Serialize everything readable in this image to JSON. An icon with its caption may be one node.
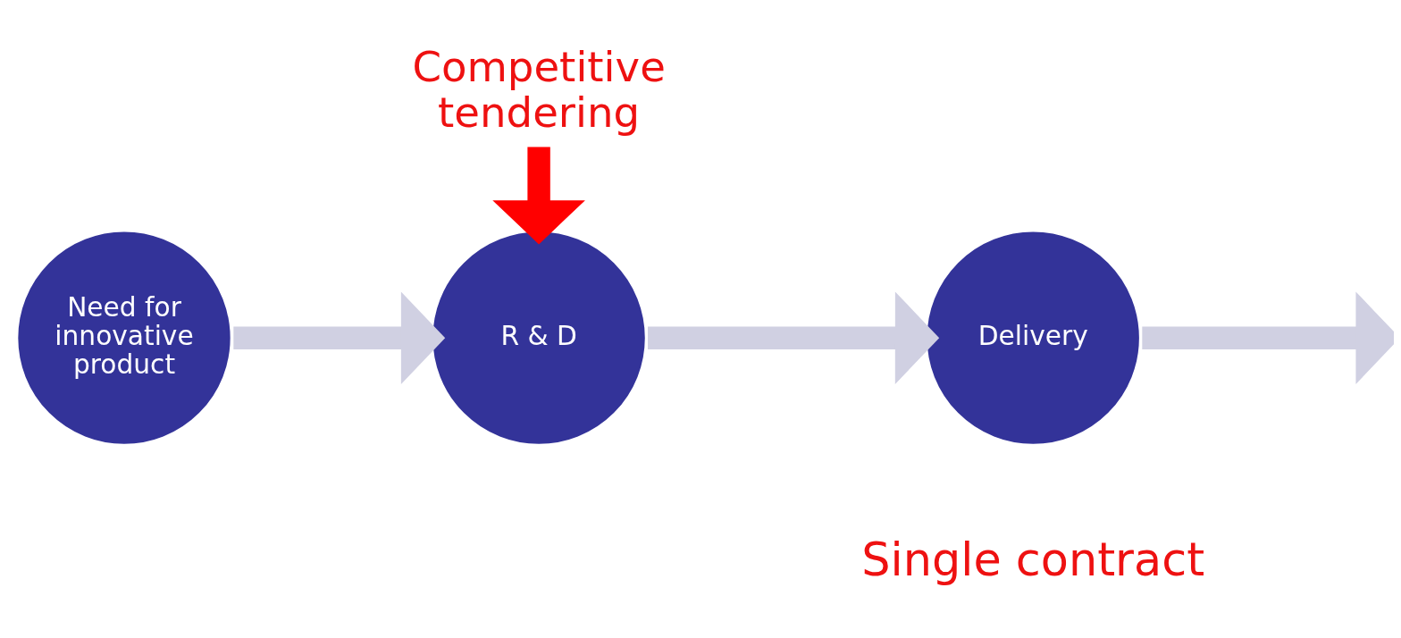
{
  "diagram": {
    "nodes": [
      {
        "text": [
          "Need for innovative product"
        ]
      },
      {
        "text": [
          "R & D"
        ]
      },
      {
        "text": [
          "Delivery"
        ]
      },
      {
        "text": [
          "Competitive tendering"
        ]
      }
    ],
    "edges": [
      {
        "from": 0,
        "to": 1,
        "arrow": "to"
      },
      {
        "from": 1,
        "to": 2,
        "arrow": "to"
      },
      {
        "from": 2,
        "to": null,
        "arrow": "to"
      },
      {
        "from": 3,
        "to": 1,
        "arrow": "to",
        "color": "#ff0000"
      }
    ],
    "labels": [
      "Single contract"
    ]
  }
}
